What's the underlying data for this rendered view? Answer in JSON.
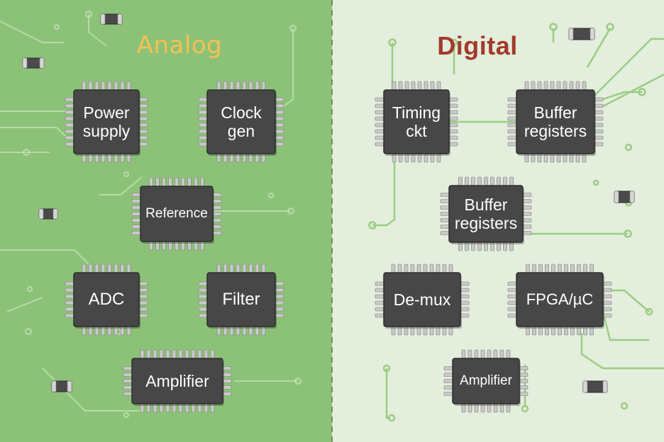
{
  "sections": {
    "analog": {
      "title": "Analog",
      "color": "#f5c053",
      "background": "#8cc278"
    },
    "digital": {
      "title": "Digital",
      "color": "#a33a2a",
      "background": "#e3eedc"
    }
  },
  "chips": {
    "power_supply": "Power\nsupply",
    "clock_gen": "Clock\ngen",
    "reference": "Reference",
    "adc": "ADC",
    "filter": "Filter",
    "amplifier_analog": "Amplifier",
    "timing_ckt": "Timing\nckt",
    "buffer_registers_top": "Buffer\nregisters",
    "buffer_registers_mid": "Buffer\nregisters",
    "demux": "De-mux",
    "fpga_uc": "FPGA/µC",
    "amplifier_digital": "Amplifier"
  },
  "colors": {
    "chip_body": "#474747",
    "chip_pin": "#c9c9c9",
    "analog_trace": "#c5e3b6",
    "digital_trace": "#9ccc84",
    "divider": "#6f8f66"
  }
}
